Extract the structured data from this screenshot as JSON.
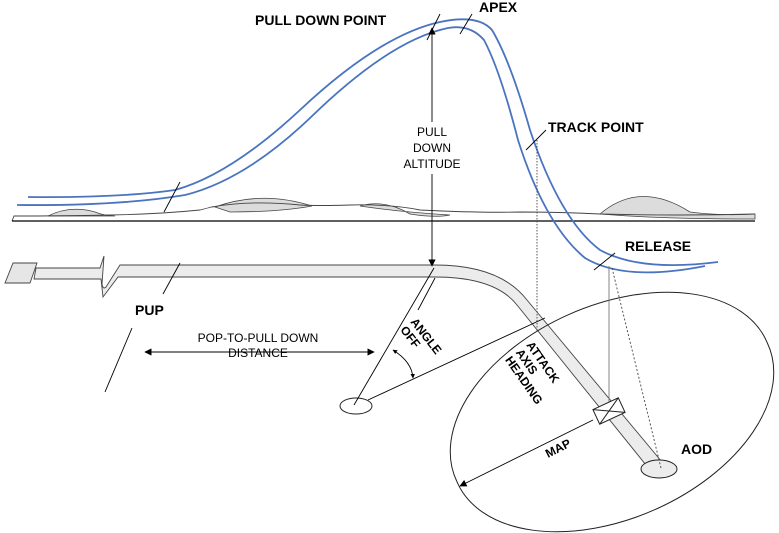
{
  "labels": {
    "pull_down_point": "PULL DOWN POINT",
    "apex": "APEX",
    "pull_down_altitude": [
      "PULL",
      "DOWN",
      "ALTITUDE"
    ],
    "track_point": "TRACK POINT",
    "release": "RELEASE",
    "pup": "PUP",
    "pop_to_pull_down_distance": [
      "POP-TO-PULL DOWN",
      "DISTANCE"
    ],
    "angle_off": [
      "ANGLE",
      "OFF"
    ],
    "attack_axis_heading": [
      "ATTACK",
      "AXIS",
      "HEADING"
    ],
    "map": "MAP",
    "aod": "AOD"
  },
  "colors": {
    "flight_path": "#4a74c0",
    "terrain_fill": "#dcdcdc",
    "ground_track_fill": "#ececec",
    "line": "#000000"
  }
}
